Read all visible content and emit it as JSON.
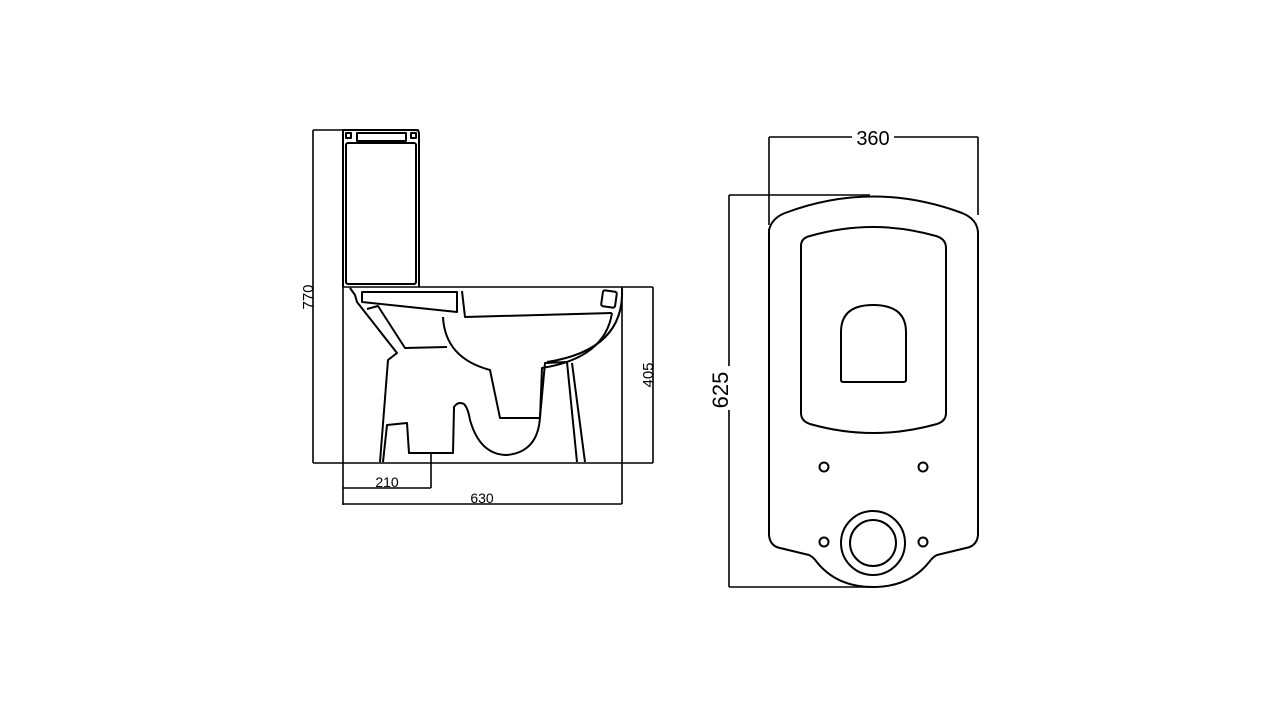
{
  "title": "Close-coupled toilet dimension drawing",
  "side_view": {
    "overall_height": "770",
    "bowl_height": "405",
    "outlet_distance": "210",
    "overall_depth": "630"
  },
  "top_view": {
    "width": "360",
    "length": "625"
  },
  "colors": {
    "line": "#000000",
    "background": "#ffffff"
  }
}
